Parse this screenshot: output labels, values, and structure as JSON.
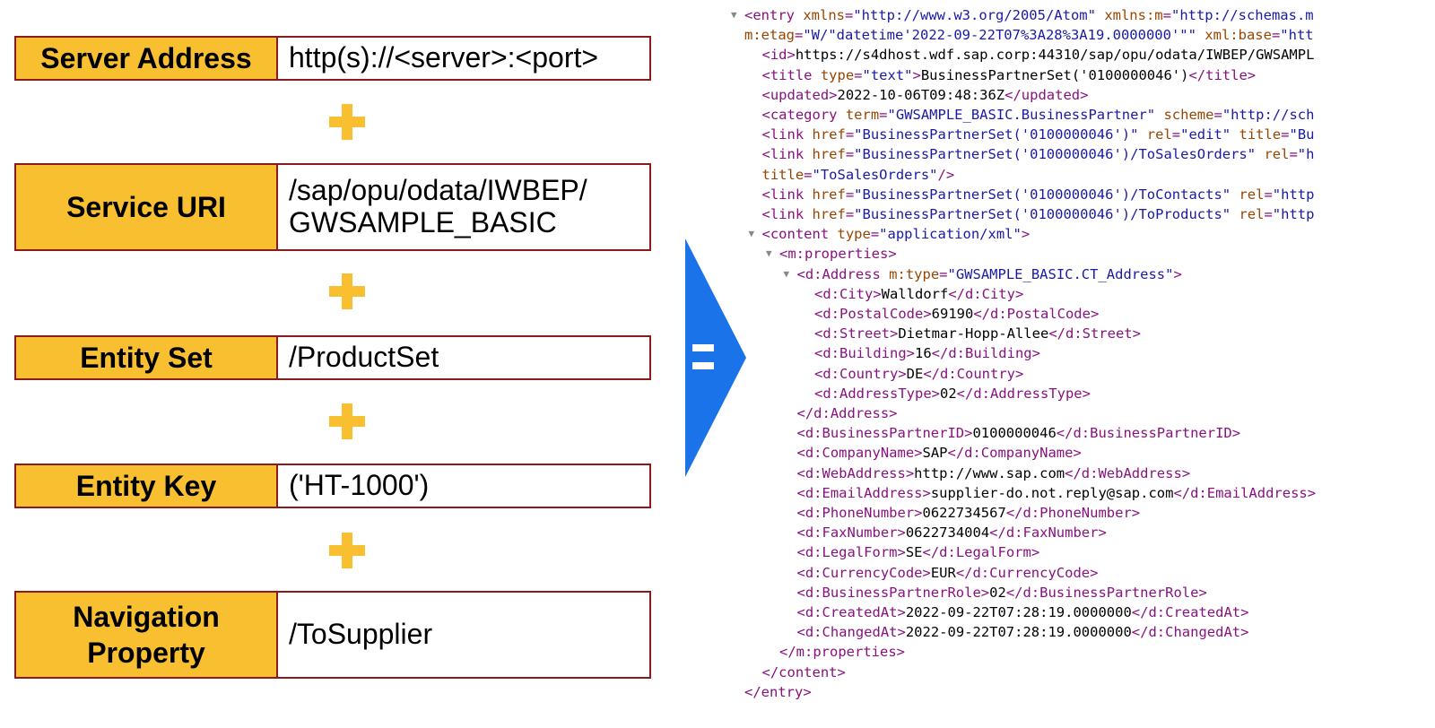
{
  "rows": [
    {
      "label": "Server Address",
      "value": "http(s)://<server>:<port>"
    },
    {
      "label": "Service URI",
      "value": "/sap/opu/odata/IWBEP/\nGWSAMPLE_BASIC"
    },
    {
      "label": "Entity Set",
      "value": "/ProductSet"
    },
    {
      "label": "Entity Key",
      "value": "('HT-1000')"
    },
    {
      "label": "Navigation\nProperty",
      "value": "/ToSupplier"
    }
  ],
  "colors": {
    "label_fill": "#f8c030",
    "border": "#8b1a1a",
    "arrow": "#1a73e8"
  },
  "xml_lines": [
    {
      "indent": 0,
      "toggle": true,
      "tokens": [
        [
          "tg",
          "<entry "
        ],
        [
          "an",
          "xmlns"
        ],
        [
          "tg",
          "="
        ],
        [
          "av",
          "\"http://www.w3.org/2005/Atom\""
        ],
        [
          "tg",
          " "
        ],
        [
          "an",
          "xmlns:m"
        ],
        [
          "tg",
          "="
        ],
        [
          "av",
          "\"http://schemas.m"
        ]
      ]
    },
    {
      "indent": 0,
      "tokens": [
        [
          "an",
          "m:etag"
        ],
        [
          "tg",
          "="
        ],
        [
          "av",
          "\"W/\"datetime'2022-09-22T07%3A28%3A19.0000000'\"\""
        ],
        [
          "tg",
          " "
        ],
        [
          "an",
          "xml:base"
        ],
        [
          "tg",
          "="
        ],
        [
          "av",
          "\"htt"
        ]
      ]
    },
    {
      "indent": 1,
      "tokens": [
        [
          "tg",
          "<id>"
        ],
        [
          "tx",
          "https://s4dhost.wdf.sap.corp:44310/sap/opu/odata/IWBEP/GWSAMPL"
        ]
      ]
    },
    {
      "indent": 1,
      "tokens": [
        [
          "tg",
          "<title "
        ],
        [
          "an",
          "type"
        ],
        [
          "tg",
          "="
        ],
        [
          "av",
          "\"text\""
        ],
        [
          "tg",
          ">"
        ],
        [
          "tx",
          "BusinessPartnerSet('0100000046')"
        ],
        [
          "tg",
          "</title>"
        ]
      ]
    },
    {
      "indent": 1,
      "tokens": [
        [
          "tg",
          "<updated>"
        ],
        [
          "tx",
          "2022-10-06T09:48:36Z"
        ],
        [
          "tg",
          "</updated>"
        ]
      ]
    },
    {
      "indent": 1,
      "tokens": [
        [
          "tg",
          "<category "
        ],
        [
          "an",
          "term"
        ],
        [
          "tg",
          "="
        ],
        [
          "av",
          "\"GWSAMPLE_BASIC.BusinessPartner\""
        ],
        [
          "tg",
          " "
        ],
        [
          "an",
          "scheme"
        ],
        [
          "tg",
          "="
        ],
        [
          "av",
          "\"http://sch"
        ]
      ]
    },
    {
      "indent": 1,
      "tokens": [
        [
          "tg",
          "<link "
        ],
        [
          "an",
          "href"
        ],
        [
          "tg",
          "="
        ],
        [
          "av",
          "\"BusinessPartnerSet('0100000046')\""
        ],
        [
          "tg",
          " "
        ],
        [
          "an",
          "rel"
        ],
        [
          "tg",
          "="
        ],
        [
          "av",
          "\"edit\""
        ],
        [
          "tg",
          " "
        ],
        [
          "an",
          "title"
        ],
        [
          "tg",
          "="
        ],
        [
          "av",
          "\"Bu"
        ]
      ]
    },
    {
      "indent": 1,
      "tokens": [
        [
          "tg",
          "<link "
        ],
        [
          "an",
          "href"
        ],
        [
          "tg",
          "="
        ],
        [
          "av",
          "\"BusinessPartnerSet('0100000046')/ToSalesOrders\""
        ],
        [
          "tg",
          " "
        ],
        [
          "an",
          "rel"
        ],
        [
          "tg",
          "="
        ],
        [
          "av",
          "\"h"
        ]
      ]
    },
    {
      "indent": 1,
      "tokens": [
        [
          "an",
          "title"
        ],
        [
          "tg",
          "="
        ],
        [
          "av",
          "\"ToSalesOrders\""
        ],
        [
          "tg",
          "/>"
        ]
      ]
    },
    {
      "indent": 1,
      "tokens": [
        [
          "tg",
          "<link "
        ],
        [
          "an",
          "href"
        ],
        [
          "tg",
          "="
        ],
        [
          "av",
          "\"BusinessPartnerSet('0100000046')/ToContacts\""
        ],
        [
          "tg",
          " "
        ],
        [
          "an",
          "rel"
        ],
        [
          "tg",
          "="
        ],
        [
          "av",
          "\"http"
        ]
      ]
    },
    {
      "indent": 1,
      "tokens": [
        [
          "tg",
          "<link "
        ],
        [
          "an",
          "href"
        ],
        [
          "tg",
          "="
        ],
        [
          "av",
          "\"BusinessPartnerSet('0100000046')/ToProducts\""
        ],
        [
          "tg",
          " "
        ],
        [
          "an",
          "rel"
        ],
        [
          "tg",
          "="
        ],
        [
          "av",
          "\"http"
        ]
      ]
    },
    {
      "indent": 1,
      "toggle": true,
      "tokens": [
        [
          "tg",
          "<content "
        ],
        [
          "an",
          "type"
        ],
        [
          "tg",
          "="
        ],
        [
          "av",
          "\"application/xml\""
        ],
        [
          "tg",
          ">"
        ]
      ]
    },
    {
      "indent": 2,
      "toggle": true,
      "tokens": [
        [
          "tg",
          "<m:properties>"
        ]
      ]
    },
    {
      "indent": 3,
      "toggle": true,
      "tokens": [
        [
          "tg",
          "<d:Address "
        ],
        [
          "an",
          "m:type"
        ],
        [
          "tg",
          "="
        ],
        [
          "av",
          "\"GWSAMPLE_BASIC.CT_Address\""
        ],
        [
          "tg",
          ">"
        ]
      ]
    },
    {
      "indent": 4,
      "tokens": [
        [
          "tg",
          "<d:City>"
        ],
        [
          "tx",
          "Walldorf"
        ],
        [
          "tg",
          "</d:City>"
        ]
      ]
    },
    {
      "indent": 4,
      "tokens": [
        [
          "tg",
          "<d:PostalCode>"
        ],
        [
          "tx",
          "69190"
        ],
        [
          "tg",
          "</d:PostalCode>"
        ]
      ]
    },
    {
      "indent": 4,
      "tokens": [
        [
          "tg",
          "<d:Street>"
        ],
        [
          "tx",
          "Dietmar-Hopp-Allee"
        ],
        [
          "tg",
          "</d:Street>"
        ]
      ]
    },
    {
      "indent": 4,
      "tokens": [
        [
          "tg",
          "<d:Building>"
        ],
        [
          "tx",
          "16"
        ],
        [
          "tg",
          "</d:Building>"
        ]
      ]
    },
    {
      "indent": 4,
      "tokens": [
        [
          "tg",
          "<d:Country>"
        ],
        [
          "tx",
          "DE"
        ],
        [
          "tg",
          "</d:Country>"
        ]
      ]
    },
    {
      "indent": 4,
      "tokens": [
        [
          "tg",
          "<d:AddressType>"
        ],
        [
          "tx",
          "02"
        ],
        [
          "tg",
          "</d:AddressType>"
        ]
      ]
    },
    {
      "indent": 3,
      "tokens": [
        [
          "tg",
          "</d:Address>"
        ]
      ]
    },
    {
      "indent": 3,
      "tokens": [
        [
          "tg",
          "<d:BusinessPartnerID>"
        ],
        [
          "tx",
          "0100000046"
        ],
        [
          "tg",
          "</d:BusinessPartnerID>"
        ]
      ]
    },
    {
      "indent": 3,
      "tokens": [
        [
          "tg",
          "<d:CompanyName>"
        ],
        [
          "tx",
          "SAP"
        ],
        [
          "tg",
          "</d:CompanyName>"
        ]
      ]
    },
    {
      "indent": 3,
      "tokens": [
        [
          "tg",
          "<d:WebAddress>"
        ],
        [
          "tx",
          "http://www.sap.com"
        ],
        [
          "tg",
          "</d:WebAddress>"
        ]
      ]
    },
    {
      "indent": 3,
      "tokens": [
        [
          "tg",
          "<d:EmailAddress>"
        ],
        [
          "tx",
          "supplier-do.not.reply@sap.com"
        ],
        [
          "tg",
          "</d:EmailAddress>"
        ]
      ]
    },
    {
      "indent": 3,
      "tokens": [
        [
          "tg",
          "<d:PhoneNumber>"
        ],
        [
          "tx",
          "0622734567"
        ],
        [
          "tg",
          "</d:PhoneNumber>"
        ]
      ]
    },
    {
      "indent": 3,
      "tokens": [
        [
          "tg",
          "<d:FaxNumber>"
        ],
        [
          "tx",
          "0622734004"
        ],
        [
          "tg",
          "</d:FaxNumber>"
        ]
      ]
    },
    {
      "indent": 3,
      "tokens": [
        [
          "tg",
          "<d:LegalForm>"
        ],
        [
          "tx",
          "SE"
        ],
        [
          "tg",
          "</d:LegalForm>"
        ]
      ]
    },
    {
      "indent": 3,
      "tokens": [
        [
          "tg",
          "<d:CurrencyCode>"
        ],
        [
          "tx",
          "EUR"
        ],
        [
          "tg",
          "</d:CurrencyCode>"
        ]
      ]
    },
    {
      "indent": 3,
      "tokens": [
        [
          "tg",
          "<d:BusinessPartnerRole>"
        ],
        [
          "tx",
          "02"
        ],
        [
          "tg",
          "</d:BusinessPartnerRole>"
        ]
      ]
    },
    {
      "indent": 3,
      "tokens": [
        [
          "tg",
          "<d:CreatedAt>"
        ],
        [
          "tx",
          "2022-09-22T07:28:19.0000000"
        ],
        [
          "tg",
          "</d:CreatedAt>"
        ]
      ]
    },
    {
      "indent": 3,
      "tokens": [
        [
          "tg",
          "<d:ChangedAt>"
        ],
        [
          "tx",
          "2022-09-22T07:28:19.0000000"
        ],
        [
          "tg",
          "</d:ChangedAt>"
        ]
      ]
    },
    {
      "indent": 2,
      "tokens": [
        [
          "tg",
          "</m:properties>"
        ]
      ]
    },
    {
      "indent": 1,
      "tokens": [
        [
          "tg",
          "</content>"
        ]
      ]
    },
    {
      "indent": 0,
      "tokens": [
        [
          "tg",
          "</entry>"
        ]
      ]
    }
  ]
}
